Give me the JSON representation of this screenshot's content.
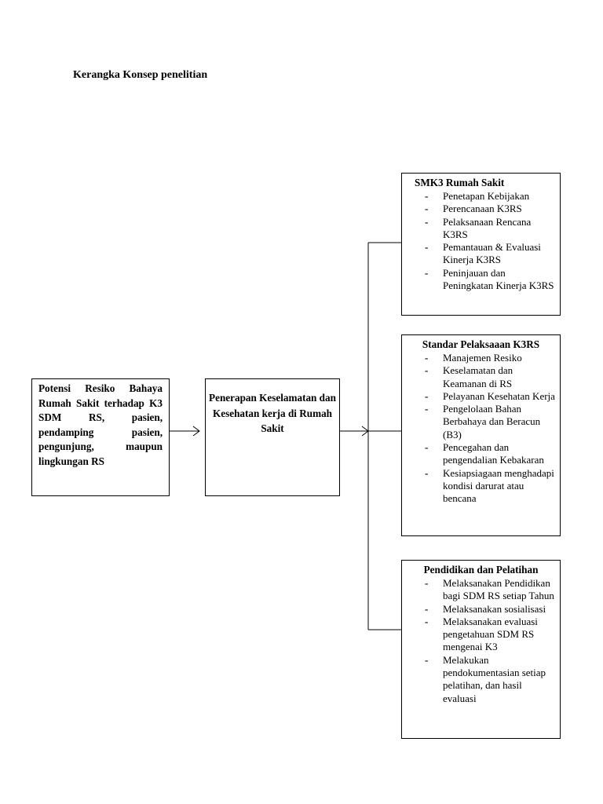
{
  "page_title": "Kerangka Konsep penelitian",
  "potensi_box": {
    "text": "Potensi Resiko Bahaya Rumah Sakit terhadap K3 SDM RS, pasien, pendamping pasien, pengunjung, maupun lingkungan RS"
  },
  "penerapan_box": {
    "text": "Penerapan Keselamatan dan Kesehatan kerja di Rumah Sakit"
  },
  "smk3_box": {
    "heading": "SMK3 Rumah Sakit",
    "items": [
      "Penetapan Kebijakan",
      "Perencanaan K3RS",
      "Pelaksanaan Rencana K3RS",
      "Pemantauan & Evaluasi Kinerja K3RS",
      "Peninjauan dan Peningkatan Kinerja K3RS"
    ]
  },
  "standar_box": {
    "heading": "Standar Pelaksaaan K3RS",
    "items": [
      "Manajemen Resiko",
      "Keselamatan dan Keamanan di RS",
      "Pelayanan Kesehatan Kerja",
      "Pengelolaan Bahan Berbahaya dan Beracun (B3)",
      "Pencegahan dan pengendalian Kebakaran",
      "Kesiapsiagaan menghadapi kondisi darurat atau bencana"
    ]
  },
  "pendidikan_box": {
    "heading": "Pendidikan dan Pelatihan",
    "items": [
      "Melaksanakan Pendidikan bagi SDM RS setiap Tahun",
      "Melaksanakan sosialisasi",
      "Melaksanakan evaluasi pengetahuan SDM RS mengenai K3",
      "Melakukan pendokumentasian setiap pelatihan, dan hasil evaluasi"
    ]
  }
}
